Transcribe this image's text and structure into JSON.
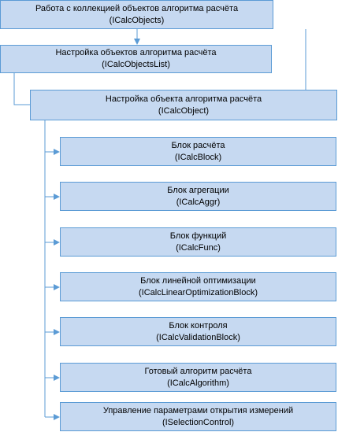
{
  "diagram": {
    "colors": {
      "box_fill": "#c6d9f1",
      "box_border": "#5b9bd5",
      "connector": "#5b9bd5"
    },
    "nodes": {
      "collection": {
        "title": "Работа с коллекцией объектов алгоритма расчёта",
        "interface": "(ICalcObjects)"
      },
      "list": {
        "title": "Настройка объектов алгоритма расчёта",
        "interface": "(ICalcObjectsList)"
      },
      "object": {
        "title": "Настройка объекта алгоритма расчёта",
        "interface": "(ICalcObject)"
      },
      "children": [
        {
          "title": "Блок расчёта",
          "interface": "(ICalcBlock)"
        },
        {
          "title": "Блок агрегации",
          "interface": "(ICalcAggr)"
        },
        {
          "title": "Блок функций",
          "interface": "(ICalcFunc)"
        },
        {
          "title": "Блок линейной оптимизации",
          "interface": "(ICalcLinearOptimizationBlock)"
        },
        {
          "title": "Блок контроля",
          "interface": "(ICalcValidationBlock)"
        },
        {
          "title": "Готовый алгоритм расчёта",
          "interface": "(ICalcAlgorithm)"
        },
        {
          "title": "Управление параметрами открытия измерений",
          "interface": "(ISelectionControl)"
        }
      ]
    }
  }
}
